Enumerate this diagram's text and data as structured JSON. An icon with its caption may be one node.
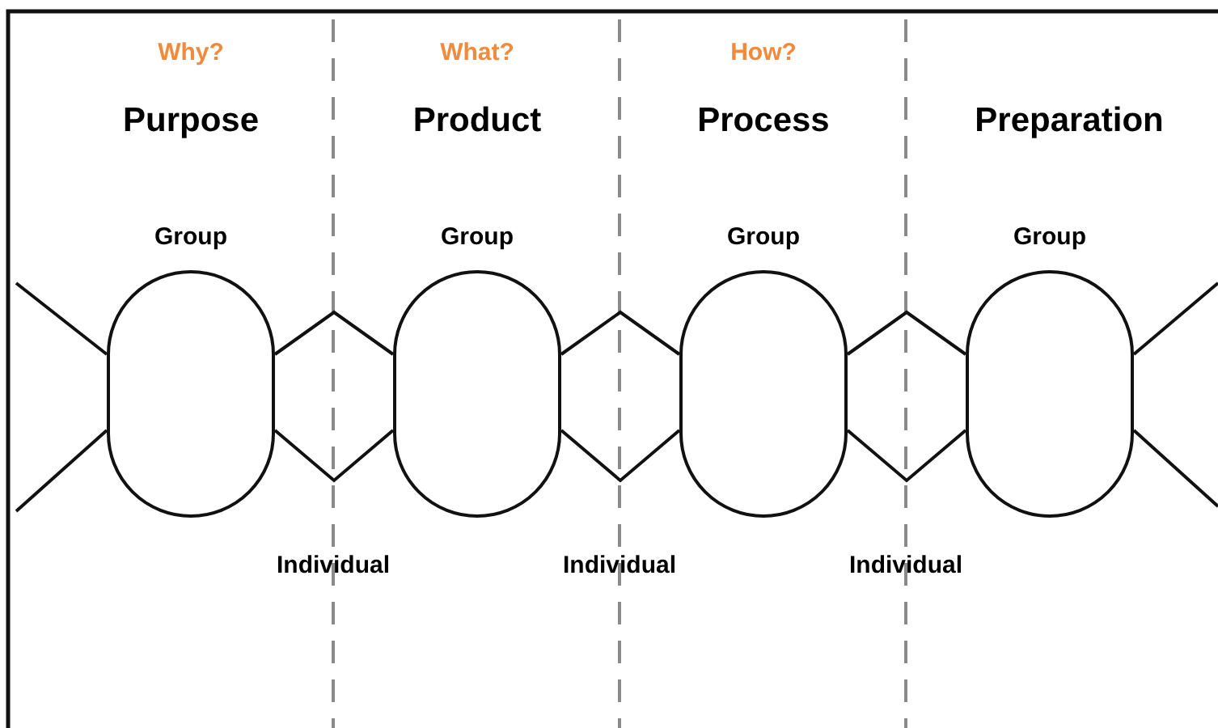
{
  "diagram": {
    "nodes": [
      {
        "text": [
          "Group"
        ]
      },
      {
        "text": [
          "Group"
        ]
      },
      {
        "text": [
          "Group"
        ]
      },
      {
        "text": [
          "Group"
        ]
      }
    ],
    "edges": [
      {
        "from": null,
        "to": 0,
        "arrow": "none"
      },
      {
        "from": null,
        "to": 0,
        "arrow": "none"
      },
      {
        "from": 0,
        "to": 1,
        "arrow": "none"
      },
      {
        "from": 0,
        "to": 1,
        "arrow": "none"
      },
      {
        "from": 1,
        "to": 2,
        "arrow": "none"
      },
      {
        "from": 1,
        "to": 2,
        "arrow": "none"
      },
      {
        "from": 2,
        "to": 3,
        "arrow": "none"
      },
      {
        "from": 2,
        "to": 3,
        "arrow": "none"
      },
      {
        "from": 3,
        "to": null,
        "arrow": "none"
      },
      {
        "from": 3,
        "to": null,
        "arrow": "none"
      }
    ],
    "labels": [
      "Why?",
      "What?",
      "How?",
      "Purpose",
      "Product",
      "Process",
      "Preparation",
      "Individual",
      "Individual",
      "Individual"
    ]
  }
}
